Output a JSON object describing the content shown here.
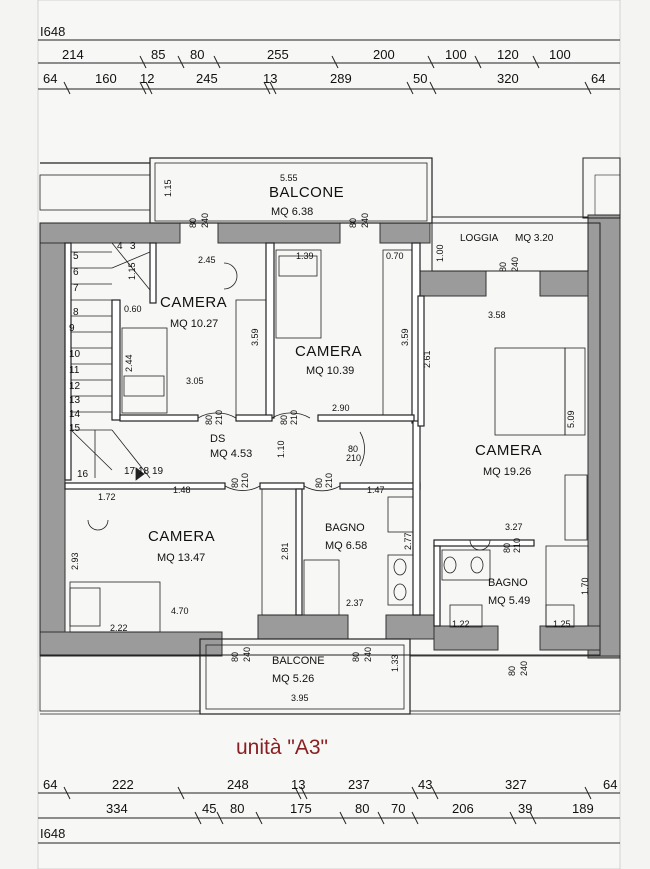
{
  "total_width_label": "I648",
  "dims": {
    "top_row1": [
      "214",
      "85",
      "80",
      "255",
      "200",
      "100",
      "120",
      "100"
    ],
    "top_row2": [
      "64",
      "160",
      "12",
      "245",
      "13",
      "289",
      "50",
      "320",
      "64"
    ],
    "bottom_row1": [
      "64",
      "222",
      "248",
      "13",
      "237",
      "43",
      "327",
      "64"
    ],
    "bottom_row2": [
      "334",
      "45",
      "80",
      "175",
      "80",
      "70",
      "206",
      "39",
      "189"
    ]
  },
  "rooms": [
    {
      "name": "BALCONE",
      "area": "MQ 6.38"
    },
    {
      "name": "LOGGIA",
      "area": "MQ 3.20"
    },
    {
      "name": "CAMERA",
      "area": "MQ 10.27"
    },
    {
      "name": "CAMERA",
      "area": "MQ 10.39"
    },
    {
      "name": "CAMERA",
      "area": "MQ 19.26"
    },
    {
      "name": "DS",
      "area": "MQ 4.53"
    },
    {
      "name": "CAMERA",
      "area": "MQ 13.47"
    },
    {
      "name": "BAGNO",
      "area": "MQ 6.58"
    },
    {
      "name": "BAGNO",
      "area": "MQ 5.49"
    },
    {
      "name": "BALCONE",
      "area": "MQ 5.26"
    }
  ],
  "measures": [
    "5.55",
    "1.15",
    "2.45",
    "1.15",
    "0.60",
    "2.44",
    "3.05",
    "3.59",
    "1.39",
    "0.70",
    "3.59",
    "2.90",
    "2.61",
    "1.00",
    "3.58",
    "5.09",
    "3.27",
    "1.70",
    "1.72",
    "1.48",
    "2.93",
    "2.22",
    "4.70",
    "2.81",
    "1.47",
    "2.77",
    "2.37",
    "1.22",
    "1.25",
    "1.33",
    "3.95",
    "1.10"
  ],
  "door_openings": {
    "wide": [
      "80",
      "240"
    ],
    "door": [
      "80",
      "210"
    ]
  },
  "stair_steps": [
    "5",
    "6",
    "7",
    "8",
    "9",
    "10",
    "11",
    "12",
    "13",
    "14",
    "15",
    "16",
    "17",
    "18",
    "19",
    "4",
    "3"
  ],
  "unit_label": "unità \"A3\""
}
